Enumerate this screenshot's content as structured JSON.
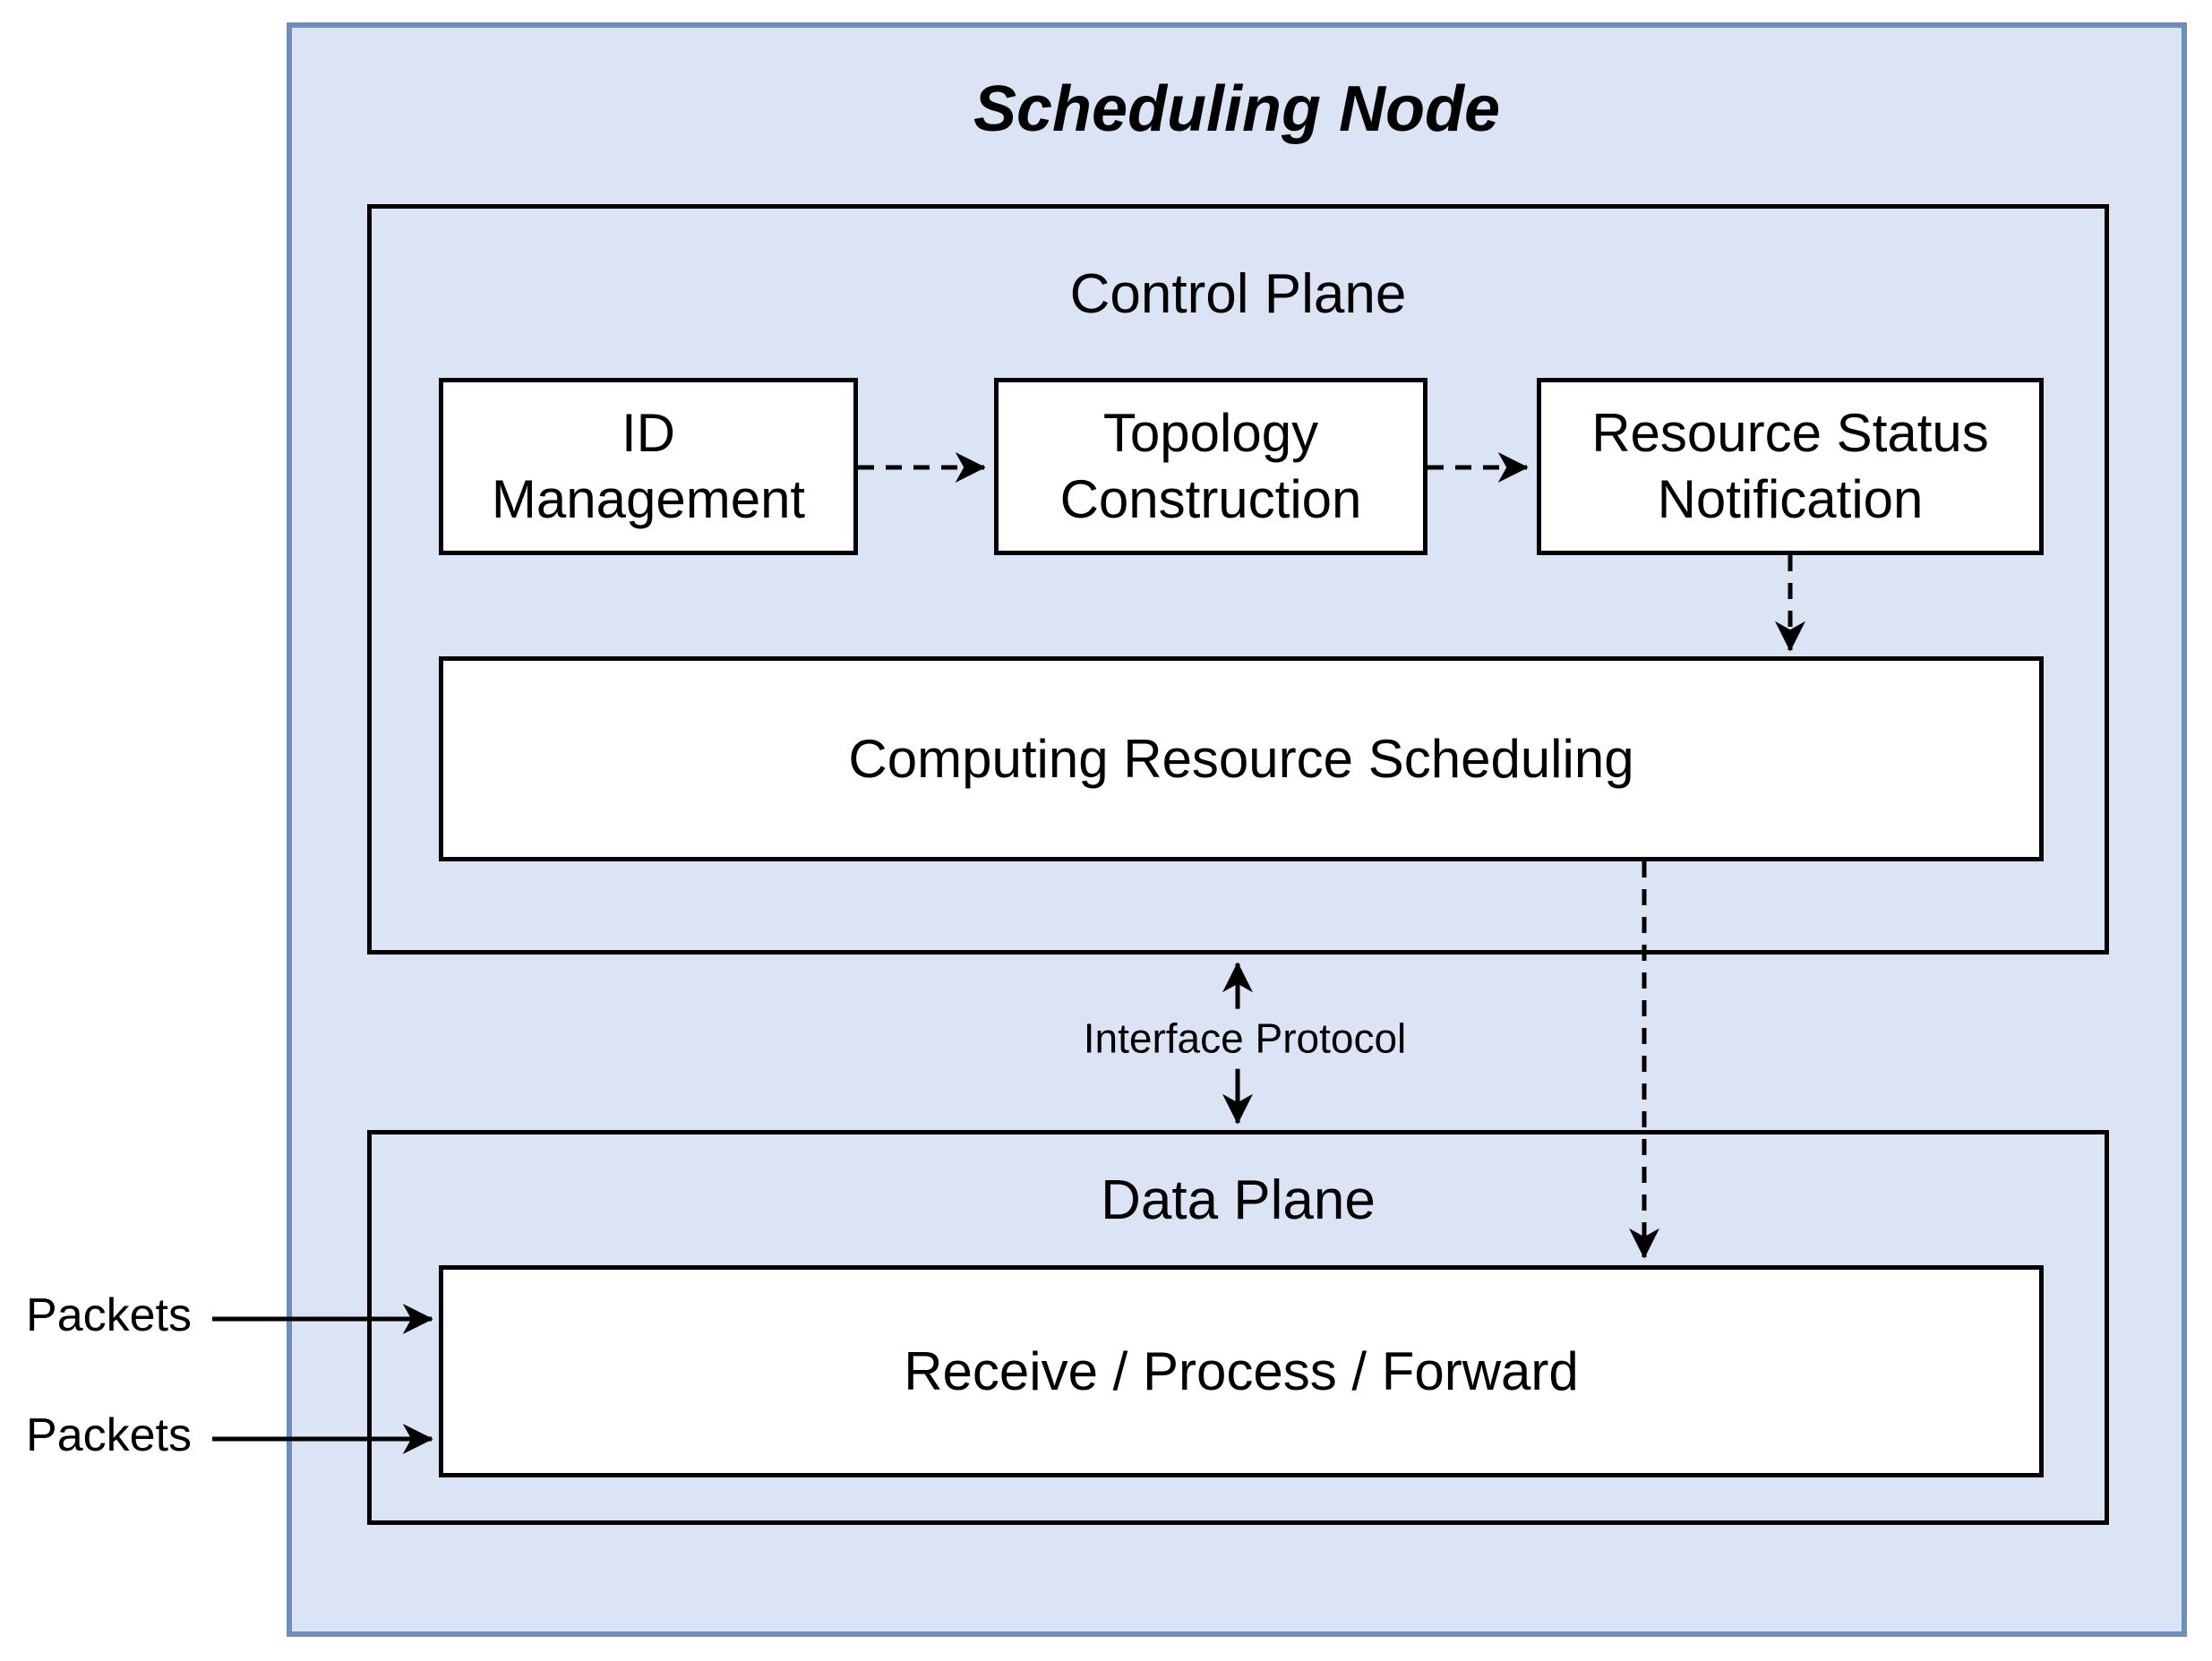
{
  "diagram": {
    "title": "Scheduling Node",
    "control_plane": {
      "label": "Control Plane",
      "modules": [
        {
          "label": "ID\nManagement"
        },
        {
          "label": "Topology\nConstruction"
        },
        {
          "label": "Resource Status\nNotification"
        }
      ],
      "scheduler_label": "Computing Resource Scheduling"
    },
    "interface_label": "Interface Protocol",
    "data_plane": {
      "label": "Data Plane",
      "processor_label": "Receive / Process / Forward"
    },
    "inputs": [
      {
        "label": "Packets"
      },
      {
        "label": "Packets"
      }
    ],
    "colors": {
      "plane_fill": "#dae4f5",
      "plane_border": "#6c8ebf",
      "module_fill": "#ffffff",
      "line_color": "#000000"
    }
  }
}
